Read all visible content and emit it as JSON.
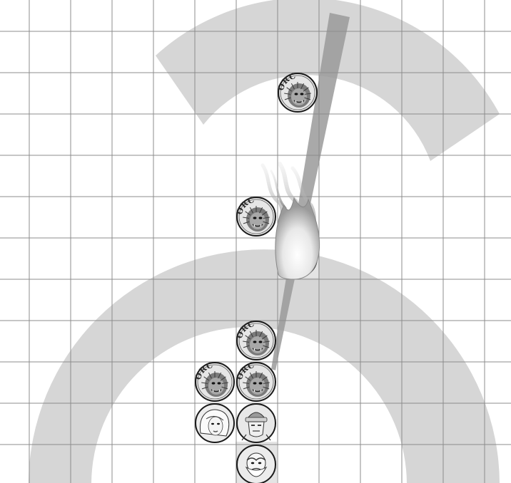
{
  "scene": {
    "type": "tactical battle map",
    "colors": {
      "background": "#ffffff",
      "grid_line": "#8c8c8c",
      "area_effect": "#d6d6d6",
      "line_of_effect": "#9a9a9a",
      "token_border": "#1a1a1a"
    },
    "tokens": [
      {
        "id": "orc-1",
        "kind": "orc",
        "label": "ORC",
        "icon": "orc-token-icon"
      },
      {
        "id": "orc-2",
        "kind": "orc",
        "label": "ORC",
        "icon": "orc-token-icon"
      },
      {
        "id": "orc-3",
        "kind": "orc",
        "label": "ORC",
        "icon": "orc-token-icon"
      },
      {
        "id": "orc-4",
        "kind": "orc",
        "label": "ORC",
        "icon": "orc-token-icon"
      },
      {
        "id": "orc-5",
        "kind": "orc",
        "label": "ORC",
        "icon": "orc-token-icon"
      },
      {
        "id": "hero-female",
        "kind": "hero",
        "label": "",
        "icon": "female-hero-portrait-icon"
      },
      {
        "id": "hero-helmeted",
        "kind": "hero",
        "label": "",
        "icon": "helmeted-warrior-portrait-icon"
      },
      {
        "id": "hero-elder",
        "kind": "hero",
        "label": "",
        "icon": "old-bearded-man-portrait-icon"
      },
      {
        "id": "burning-target",
        "kind": "target",
        "label": "",
        "icon": "burning-creature-icon"
      }
    ],
    "effects": [
      {
        "id": "upper-arc",
        "icon": "area-burst-arc"
      },
      {
        "id": "lower-arc",
        "icon": "area-burst-arc"
      },
      {
        "id": "ray-beam",
        "icon": "line-of-effect-ray"
      },
      {
        "id": "fire-plume",
        "icon": "fire-flame-icon"
      }
    ]
  }
}
